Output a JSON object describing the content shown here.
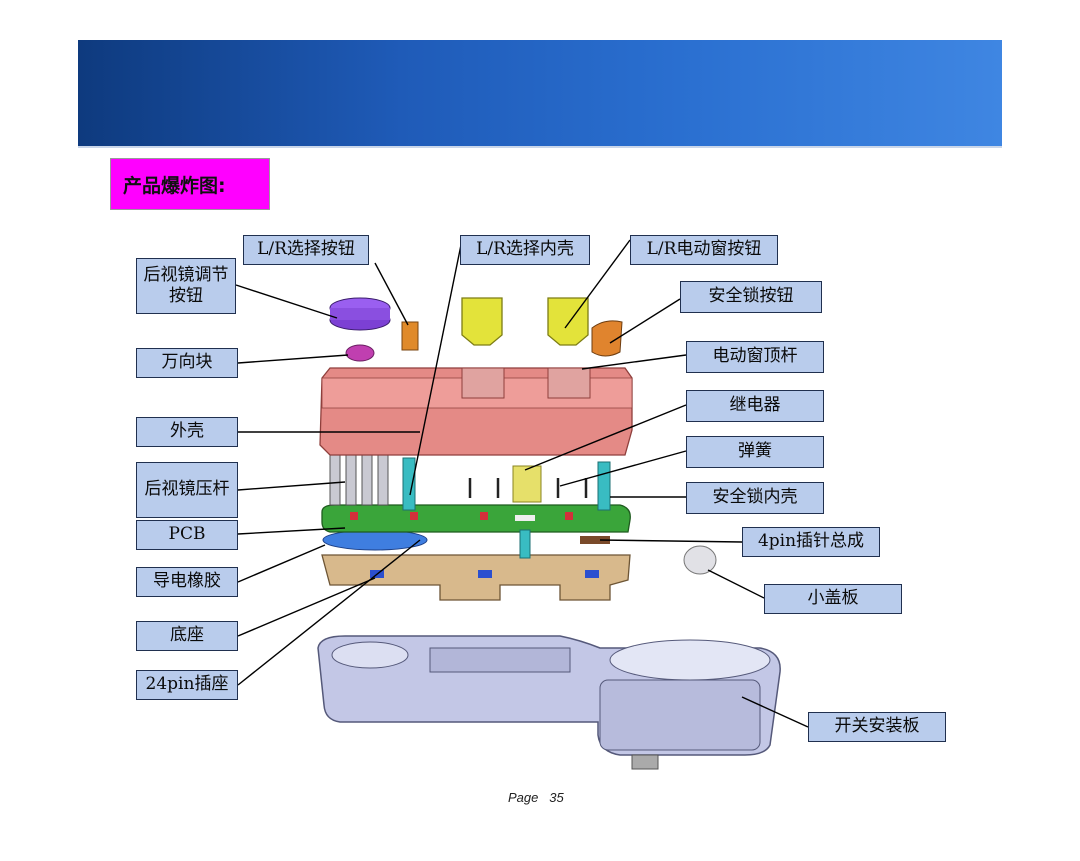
{
  "title": "产品爆炸图:",
  "labels": {
    "lr_button": "L/R选择按钮",
    "lr_inner_shell": "L/R选择内壳",
    "lr_window_button": "L/R电动窗按钮",
    "mirror_adjust_button": "后视镜调节按钮",
    "safety_lock_button": "安全锁按钮",
    "universal_block": "万向块",
    "window_push_rod": "电动窗顶杆",
    "relay": "继电器",
    "outer_shell": "外壳",
    "spring": "弹簧",
    "mirror_press_rod": "后视镜压杆",
    "safety_lock_inner_shell": "安全锁内壳",
    "pcb": "PCB",
    "pin4_assembly": "4pin插针总成",
    "conductive_rubber": "导电橡胶",
    "small_cover": "小盖板",
    "base": "底座",
    "pin24_socket": "24pin插座",
    "switch_panel": "开关安装板"
  },
  "footer": {
    "page_word": "Page",
    "page_number": "35"
  },
  "colors": {
    "label_bg": "#b9ccec",
    "title_bg": "#ff00ff",
    "shell": "#e48a86",
    "pcb": "#3aa53a",
    "base": "#d8b98c",
    "panel": "#c3c7e6",
    "yellow_button": "#e3e33a",
    "purple_knob": "#8a4fe0"
  }
}
